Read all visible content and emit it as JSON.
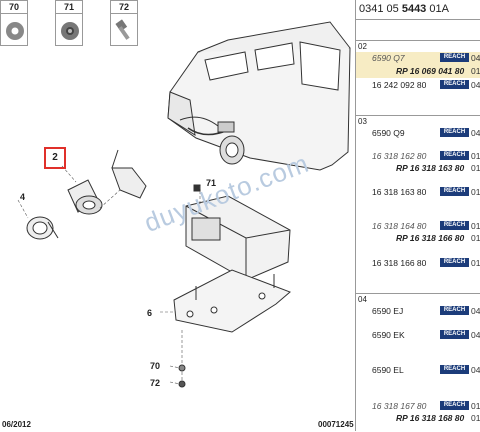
{
  "header": {
    "prefix": "0341 05 ",
    "bold": "5443",
    "suffix": " 01A"
  },
  "legend": [
    {
      "num": "70",
      "icon": "washer-icon"
    },
    {
      "num": "71",
      "icon": "nut-icon"
    },
    {
      "num": "72",
      "icon": "bolt-icon"
    }
  ],
  "callouts": {
    "c2": "2",
    "c4": "4",
    "c6": "6",
    "c70": "70",
    "c71": "71",
    "c72": "72"
  },
  "footer": {
    "date": "06/2012",
    "ref": "00071245"
  },
  "watermark": "duyukoto.com",
  "parts": {
    "g02": {
      "id": "02",
      "rows": [
        {
          "code": "6590 Q7",
          "reach": "REACH",
          "qty": "04"
        },
        {
          "rp": "RP 16 069 041 80",
          "qty": "01"
        },
        {
          "code": "16 242 092 80",
          "reach": "REACH",
          "qty": "04"
        }
      ]
    },
    "g03": {
      "id": "03",
      "rows": [
        {
          "code": "6590 Q9",
          "reach": "REACH",
          "qty": "04"
        },
        {
          "code": "16 318 162 80",
          "reach": "REACH",
          "qty": "01"
        },
        {
          "rp": "RP 16 318 163 80",
          "qty": "01"
        },
        {
          "code": "16 318 163 80",
          "reach": "REACH",
          "qty": "01"
        },
        {
          "code": "16 318 164 80",
          "reach": "REACH",
          "qty": "01"
        },
        {
          "rp": "RP 16 318 166 80",
          "qty": "01"
        },
        {
          "code": "16 318 166 80",
          "reach": "REACH",
          "qty": "01"
        }
      ]
    },
    "g04": {
      "id": "04",
      "rows": [
        {
          "code": "6590 EJ",
          "reach": "REACH",
          "qty": "04"
        },
        {
          "code": "6590 EK",
          "reach": "REACH",
          "qty": "04"
        },
        {
          "code": "6590 EL",
          "reach": "REACH",
          "qty": "04"
        },
        {
          "code": "16 318 167 80",
          "reach": "REACH",
          "qty": "01"
        },
        {
          "rp": "RP 16 318 168 80",
          "qty": "01"
        }
      ]
    }
  }
}
